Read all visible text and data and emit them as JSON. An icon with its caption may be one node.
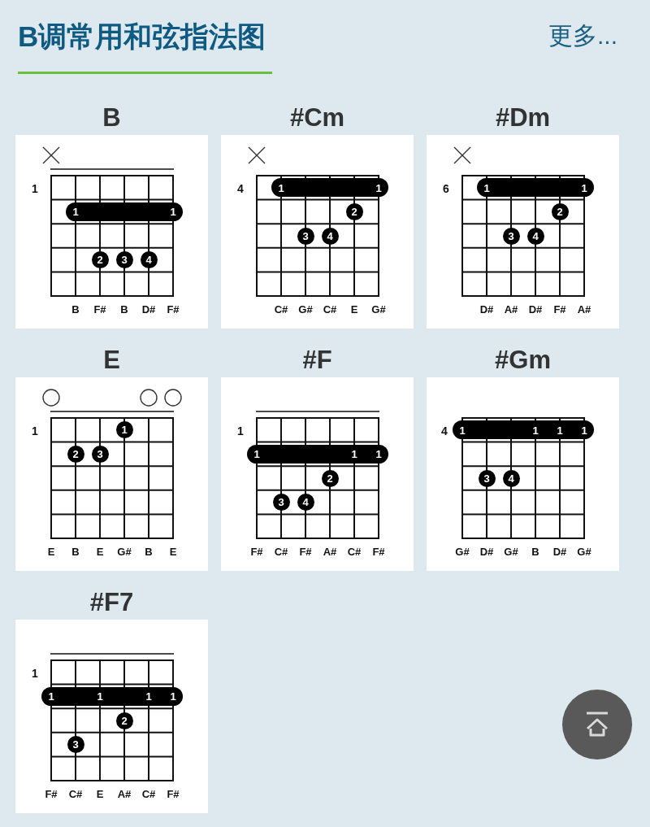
{
  "diagram": {
    "title": "B调常用和弦指法图",
    "nodes": [
      {
        "text": [
          "B",
          "1",
          "B",
          "F#",
          "B",
          "D#",
          "F#"
        ]
      },
      {
        "text": [
          "1",
          "1"
        ],
        "in": 0
      },
      {
        "text": [
          "2"
        ],
        "in": 0
      },
      {
        "text": [
          "3"
        ],
        "in": 0
      },
      {
        "text": [
          "4"
        ],
        "in": 0
      },
      {
        "text": [
          "#Cm",
          "4",
          "C#",
          "G#",
          "C#",
          "E",
          "G#"
        ]
      },
      {
        "text": [
          "1",
          "1"
        ],
        "in": 5
      },
      {
        "text": [
          "2"
        ],
        "in": 5
      },
      {
        "text": [
          "3"
        ],
        "in": 5
      },
      {
        "text": [
          "4"
        ],
        "in": 5
      },
      {
        "text": [
          "#Dm",
          "6",
          "D#",
          "A#",
          "D#",
          "F#",
          "A#"
        ]
      },
      {
        "text": [
          "1",
          "1"
        ],
        "in": 10
      },
      {
        "text": [
          "2"
        ],
        "in": 10
      },
      {
        "text": [
          "3"
        ],
        "in": 10
      },
      {
        "text": [
          "4"
        ],
        "in": 10
      },
      {
        "text": [
          "E",
          "1",
          "E",
          "B",
          "E",
          "G#",
          "B",
          "E"
        ]
      },
      {
        "text": [
          "1"
        ],
        "in": 15
      },
      {
        "text": [
          "2"
        ],
        "in": 15
      },
      {
        "text": [
          "3"
        ],
        "in": 15
      },
      {
        "text": [
          "#F",
          "1",
          "F#",
          "C#",
          "F#",
          "A#",
          "C#",
          "F#"
        ]
      },
      {
        "text": [
          "1",
          "1",
          "1"
        ],
        "in": 19
      },
      {
        "text": [
          "2"
        ],
        "in": 19
      },
      {
        "text": [
          "3"
        ],
        "in": 19
      },
      {
        "text": [
          "4"
        ],
        "in": 19
      },
      {
        "text": [
          "#Gm",
          "4",
          "G#",
          "D#",
          "G#",
          "B",
          "D#",
          "G#"
        ]
      },
      {
        "text": [
          "1",
          "1",
          "1",
          "1"
        ],
        "in": 24
      },
      {
        "text": [
          "3"
        ],
        "in": 24
      },
      {
        "text": [
          "4"
        ],
        "in": 24
      },
      {
        "text": [
          "#F7",
          "1",
          "F#",
          "C#",
          "E",
          "A#",
          "C#",
          "F#"
        ]
      },
      {
        "text": [
          "1",
          "1",
          "1",
          "1"
        ],
        "in": 28
      },
      {
        "text": [
          "2"
        ],
        "in": 28
      },
      {
        "text": [
          "3"
        ],
        "in": 28
      }
    ],
    "labels": [
      "更多..."
    ]
  }
}
